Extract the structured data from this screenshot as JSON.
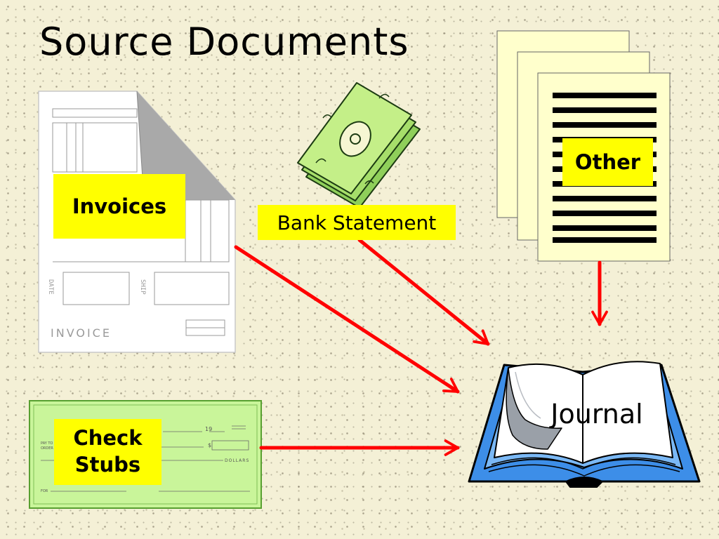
{
  "title": "Source Documents",
  "labels": {
    "invoices": "Invoices",
    "bank_statement": "Bank Statement",
    "other": "Other",
    "check_stubs_line1": "Check",
    "check_stubs_line2": "Stubs",
    "journal": "Journal"
  },
  "invoice_form": {
    "watermark": "INVOICE",
    "side_left": "DATE",
    "side_right": "SHIP"
  },
  "check_form": {
    "year": "19",
    "pay_to": "PAY TO",
    "order_of": "ORDER OF",
    "currency": "$",
    "dollars": "DOLLARS",
    "for": "FOR"
  },
  "colors": {
    "background": "#f4f0d6",
    "label_fill": "#ffff00",
    "arrow": "#ff0000",
    "check_fill": "#c9f59a",
    "paper_fill": "#ffffcc",
    "book_blue": "#3d8ee8"
  },
  "icons": [
    "invoice-form-icon",
    "money-stack-icon",
    "stacked-documents-icon",
    "check-icon",
    "open-book-icon"
  ]
}
